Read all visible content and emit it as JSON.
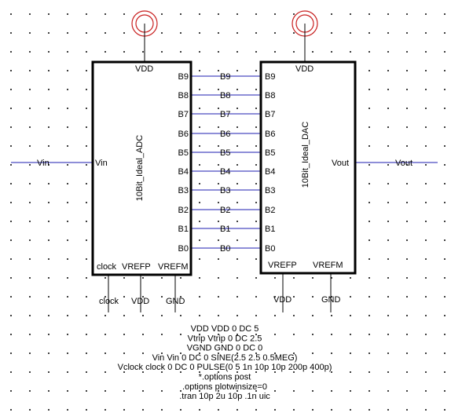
{
  "adc": {
    "name": "10Bit_Ideal_ADC",
    "vdd": "VDD",
    "vin_pin": "Vin",
    "bits": [
      "B9",
      "B8",
      "B7",
      "B6",
      "B5",
      "B4",
      "B3",
      "B2",
      "B1",
      "B0"
    ],
    "bottom_pins": [
      "clock",
      "VREFP",
      "VREFM"
    ],
    "bottom_nets": [
      "clock",
      "VDD",
      "GND"
    ]
  },
  "dac": {
    "name": "10Bit_Ideal_DAC",
    "vdd": "VDD",
    "vout_pin": "Vout",
    "bits": [
      "B9",
      "B8",
      "B7",
      "B6",
      "B5",
      "B4",
      "B3",
      "B2",
      "B1",
      "B0"
    ],
    "bottom_pins": [
      "VREFP",
      "VREFM"
    ],
    "bottom_nets": [
      "VDD",
      "GND"
    ]
  },
  "nets": {
    "vin": "Vin",
    "vout": "Vout",
    "bus": [
      "B9",
      "B8",
      "B7",
      "B6",
      "B5",
      "B4",
      "B3",
      "B2",
      "B1",
      "B0"
    ]
  },
  "spice": [
    "VDD VDD 0 DC 5",
    "Vtrip Vtrip 0 DC 2.5",
    "VGND GND 0 DC 0",
    "Vin Vin 0 DC 0 SINE(2.5 2.5 0.5MEG)",
    "Vclock clock 0 DC 0 PULSE(0 5 1n 10p 10p 200p 400p)",
    "*.options post",
    ".options plotwinsize=0",
    ".tran 10p 2u 10p .1n uic"
  ],
  "colors": {
    "wire": "#1c1cb0",
    "supply": "#c81e1e",
    "outline": "#000000"
  }
}
